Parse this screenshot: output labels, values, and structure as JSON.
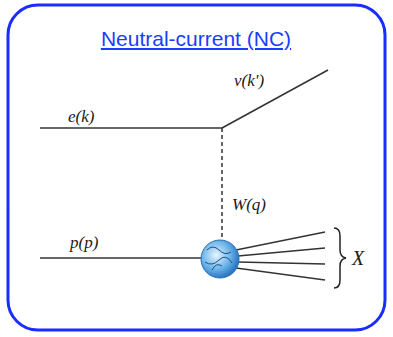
{
  "diagram": {
    "title": "Neutral-current (NC)",
    "labels": [
      "e(k)",
      "ν(k')",
      "W(q)",
      "p(p)",
      "X"
    ]
  }
}
